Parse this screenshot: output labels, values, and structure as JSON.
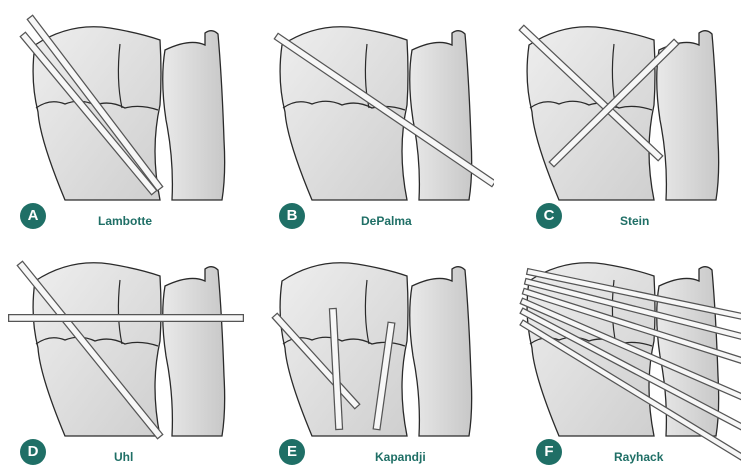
{
  "colors": {
    "accent": "#1f6f66",
    "bone": "#e2e2e2",
    "outline": "#2a2a2a"
  },
  "panels": [
    {
      "letter": "A",
      "label": "Lambotte"
    },
    {
      "letter": "B",
      "label": "DePalma"
    },
    {
      "letter": "C",
      "label": "Stein"
    },
    {
      "letter": "D",
      "label": "Uhl"
    },
    {
      "letter": "E",
      "label": "Kapandji"
    },
    {
      "letter": "F",
      "label": "Rayhack"
    }
  ]
}
